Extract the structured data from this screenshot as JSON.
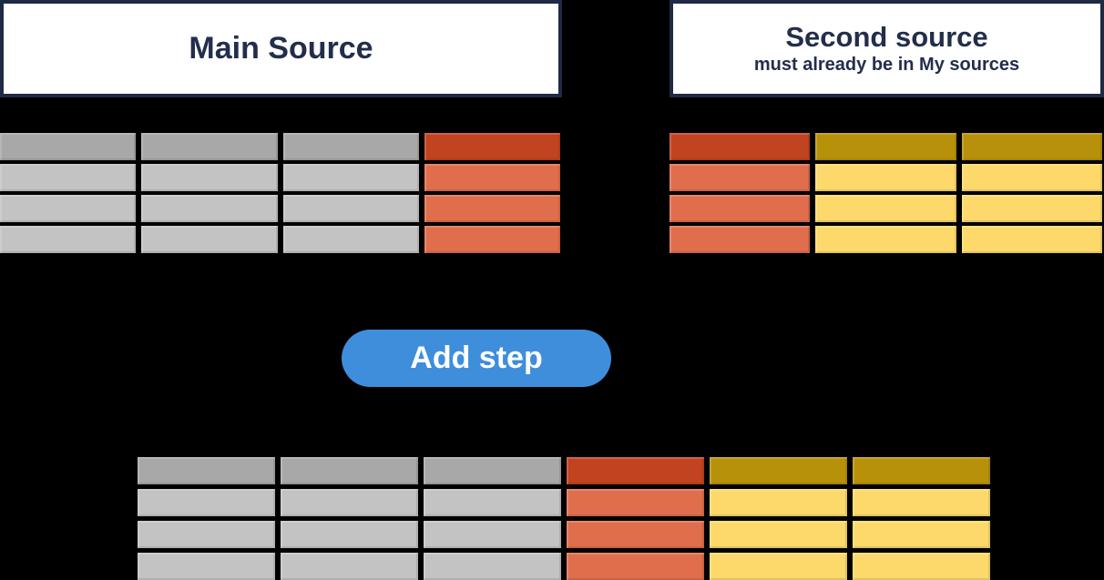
{
  "labels": {
    "main_source_title": "Main Source",
    "second_source_title": "Second source",
    "second_source_subtitle": "must already be in My sources",
    "add_step_button": "Add step"
  },
  "colors": {
    "background": "#000000",
    "box_background": "#FFFFFF",
    "box_border_navy": "#1F2A44",
    "text_navy": "#222E4B",
    "button_blue": "#3E8EDC",
    "button_text": "#FFFFFF",
    "gray_header": "#A8A8A8",
    "gray_body": "#C3C3C3",
    "red_header": "#C1431F",
    "red_body": "#E06E4C",
    "gold_header": "#B8910A",
    "gold_body": "#FCD96A"
  },
  "tables": {
    "main_source": {
      "rows": 4,
      "columns": [
        "gray",
        "gray",
        "gray",
        "red"
      ]
    },
    "second_source": {
      "rows": 4,
      "columns": [
        "red",
        "gold",
        "gold"
      ]
    },
    "result": {
      "rows": 4,
      "columns": [
        "gray",
        "gray",
        "gray",
        "red",
        "gold",
        "gold"
      ]
    }
  }
}
